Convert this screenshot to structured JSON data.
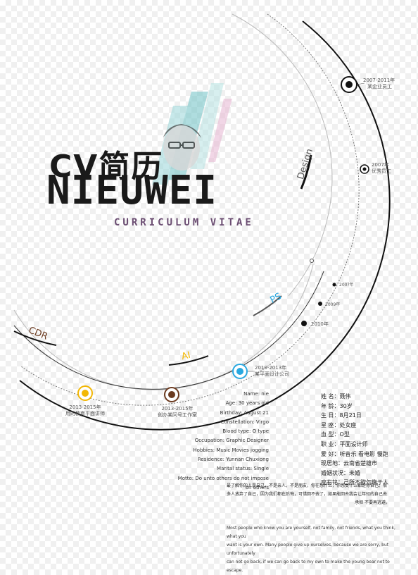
{
  "title": {
    "cv": "CV简历",
    "name": "NIEUWEI",
    "subtitle": "CURRICULUM VITAE"
  },
  "skills": {
    "design": "Design",
    "ps": "PS",
    "ai": "AI",
    "cdr": "CDR"
  },
  "timeline": [
    {
      "year": "2007-2011年",
      "desc": "某企业员工"
    },
    {
      "year": "2007年",
      "desc": "优秀员工"
    },
    {
      "year": "200?年",
      "desc": ""
    },
    {
      "year": "2009年",
      "desc": ""
    },
    {
      "year": "2010年",
      "desc": ""
    },
    {
      "year": "2010-2013年",
      "desc": "某平面设计公司"
    },
    {
      "year": "2013-2015年",
      "desc": "创办某问号工作室"
    },
    {
      "year": "2013-2015年",
      "desc": "用的教育平面讲师"
    }
  ],
  "info_en": [
    "Name: nie",
    "Age: 30 years old",
    "Birthday: August 21",
    "Constellation: Virgo",
    "Blood type: O type",
    "Occupation: Graphic Designer",
    "Hobbies: Music Movies jogging",
    "Residence: Yunnan Chuxiong",
    "Marital status: Single",
    "Motto: Do unto others do not impose",
    "on others"
  ],
  "info_cn": [
    "姓  名：聂伟",
    "年  龄：30岁",
    "生  日：8月21日",
    "星  座：处女座",
    "血  型：O型",
    "职  业：平面设计师",
    "爱  好：听音乐 看电影 慢跑",
    "现居地：云南省楚雄市",
    "婚姻状况：未婚",
    "座右铭：己所不欲勿施于人"
  ],
  "quote_cn": [
    "最了解你的人是自己，不是亲人，不是朋友，你在想什么，你感受什么都是你自己。很",
    "多人放弃了自己，因为我们都在后悔，可惜回不去了，如果能回去我会让年轻的自己去",
    "承担 不要再逃避。"
  ],
  "quote_en": [
    "Most people who know you are yourself, not family, not friends, what you think, what you",
    "want is your own. Many people give up ourselves, because we are sorry, but unfortunately",
    "can not go back, if we can go back to my own to make the young bear not to escape."
  ],
  "colors": {
    "accent_yellow": "#f2b705",
    "accent_brown": "#6b3a1f",
    "accent_blue": "#29a8e0",
    "subtitle_purple": "#6b4d72"
  }
}
